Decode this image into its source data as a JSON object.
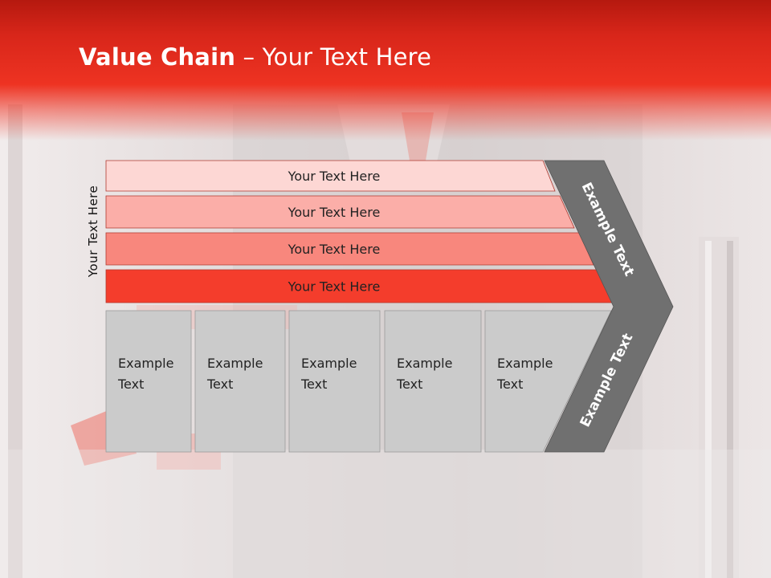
{
  "slide": {
    "title_bold": "Value Chain",
    "title_rest": " – Your Text Here",
    "side_label": "Your Text Here"
  },
  "bars": [
    {
      "label": "Your Text Here",
      "color": "#fdd7d4"
    },
    {
      "label": "Your Text Here",
      "color": "#fbaea8"
    },
    {
      "label": "Your Text Here",
      "color": "#f8877d"
    },
    {
      "label": "Your Text Here",
      "color": "#f43d2c"
    }
  ],
  "columns": [
    {
      "line1": "Example",
      "line2": "Text"
    },
    {
      "line1": "Example",
      "line2": "Text"
    },
    {
      "line1": "Example",
      "line2": "Text"
    },
    {
      "line1": "Example",
      "line2": "Text"
    },
    {
      "line1": "Example",
      "line2": "Text"
    }
  ],
  "chevron": {
    "upper_label": "Example Text",
    "lower_label": "Example Text",
    "color": "#707070"
  },
  "colors": {
    "header": "#e1261c",
    "column_fill": "#cbcbcb"
  }
}
